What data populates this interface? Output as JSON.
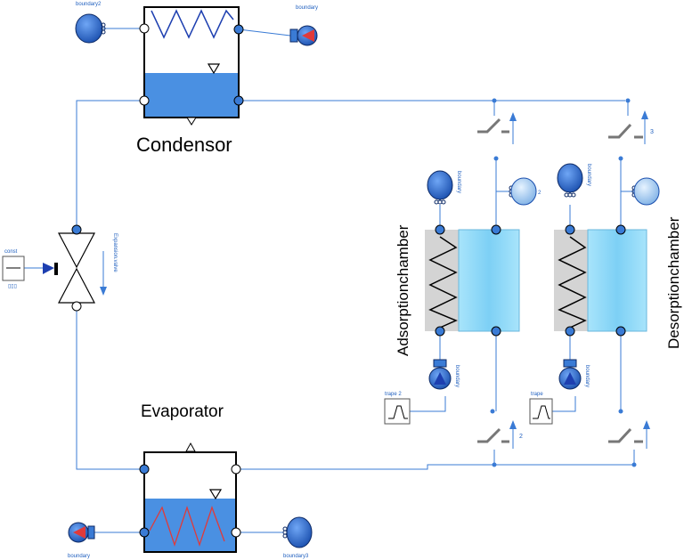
{
  "condensor": {
    "label": "Condensor"
  },
  "evaporator": {
    "label": "Evaporator"
  },
  "adsorption": {
    "label": "Adsorptionchamber"
  },
  "desorption": {
    "label": "Desorptionchamber"
  },
  "expansion": {
    "label": "Expansion.valve"
  },
  "components": {
    "boundary_top_left": "boundary2",
    "pump_top_right": "boundary",
    "boundary_bottom_left": "boundary",
    "boundary_bottom_right": "boundary3",
    "const": "const",
    "trape_left": "trape 2",
    "trape_right": "trape",
    "ads_boundary": "boundary",
    "ads_pump": "boundary",
    "des_boundary": "boundary",
    "des_pump": "boundary",
    "ads_vessel_label": "2",
    "des_vessel_label": ""
  },
  "switches": {
    "top_left_index": "",
    "top_right_index": "3",
    "bottom_left_index": "2",
    "bottom_right_index": ""
  },
  "colors": {
    "line": "#3a7bd5",
    "fluid": "#4a90e2",
    "chamber": "#86d3f5",
    "heater_red": "#e03a3a",
    "heater_blue": "#1d3fb0"
  }
}
